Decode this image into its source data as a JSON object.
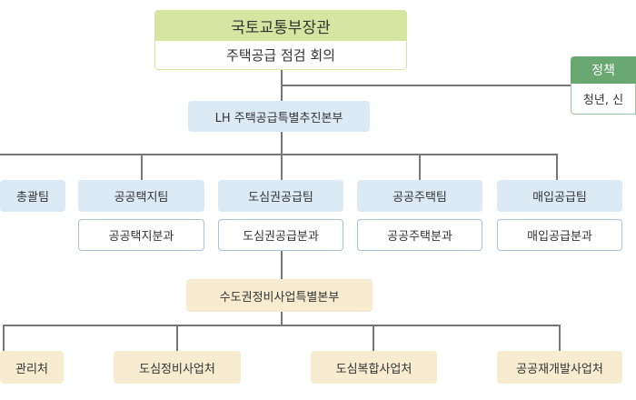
{
  "top": {
    "title": "국토교통부장관",
    "subtitle": "주택공급 점검 회의"
  },
  "right": {
    "title": "정책",
    "subtitle": "청년, 신"
  },
  "lh": "LH 주택공급특별추진본부",
  "teams": [
    {
      "team": "총괄팀",
      "division": ""
    },
    {
      "team": "공공택지팀",
      "division": "공공택지분과"
    },
    {
      "team": "도심권공급팀",
      "division": "도심권공급분과"
    },
    {
      "team": "공공주택팀",
      "division": "공공주택분과"
    },
    {
      "team": "매입공급팀",
      "division": "매입공급분과"
    }
  ],
  "capital": "수도권정비사업특별본부",
  "offices": [
    "관리처",
    "도심정비사업처",
    "도심복합사업처",
    "공공재개발사업처"
  ]
}
